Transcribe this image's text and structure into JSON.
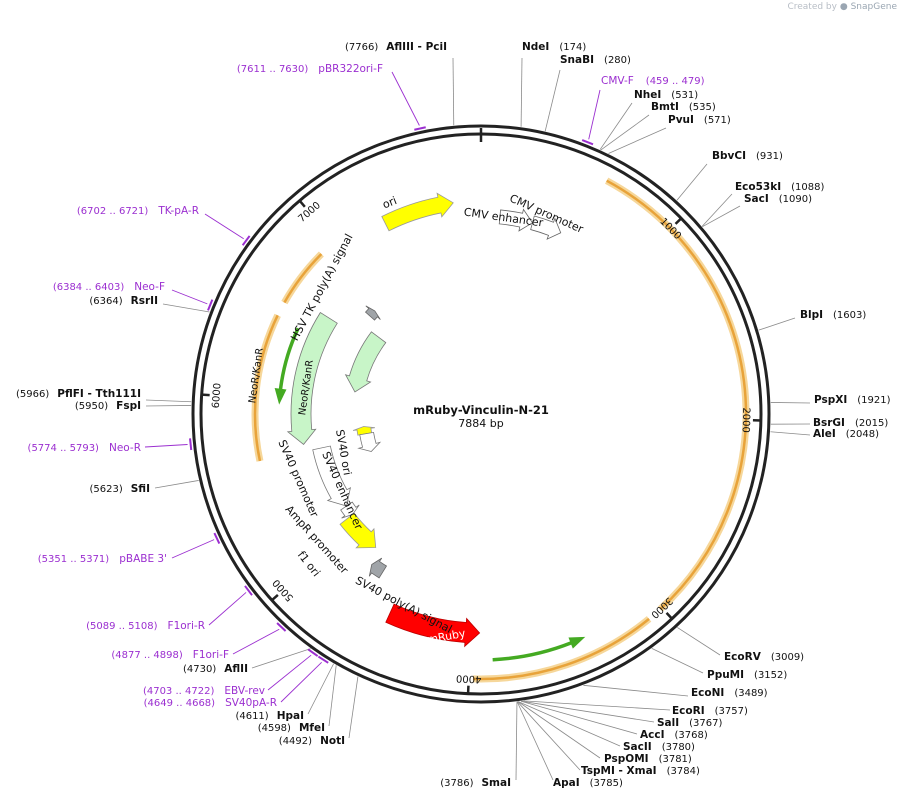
{
  "credit": {
    "prefix": "Created by",
    "brand": "SnapGene",
    "logo_icon": "snapgene-logo-icon"
  },
  "plasmid": {
    "name": "mRuby-Vinculin-N-21",
    "length": "7884 bp",
    "total_bp": 7884
  },
  "ticks": [
    {
      "bp": 1000,
      "label": "1000"
    },
    {
      "bp": 2000,
      "label": "2000"
    },
    {
      "bp": 3000,
      "label": "3000"
    },
    {
      "bp": 4000,
      "label": "4000"
    },
    {
      "bp": 5000,
      "label": "5000"
    },
    {
      "bp": 6000,
      "label": "6000"
    },
    {
      "bp": 7000,
      "label": "7000"
    }
  ],
  "colors": {
    "backbone": "#222222",
    "orange": "#e8a33a",
    "orange_glow": "#f6d79a",
    "primer": "#9b2fd0",
    "enzyme_text": "#111111",
    "leader": "#8a8a8a",
    "ori": "#ffff00",
    "kanr": "#c8f5c8",
    "mruby": "#ff0000",
    "green_arrow": "#44aa22",
    "promoter": "#ffffff",
    "polyA": "#a0a4a8"
  },
  "sites": [
    {
      "name": "AflIII - PciI",
      "pos": "(7766)",
      "bp": 7766,
      "side": "left"
    },
    {
      "name": "NdeI",
      "pos": "(174)",
      "bp": 174,
      "side": "right"
    },
    {
      "name": "SnaBI",
      "pos": "(280)",
      "bp": 280,
      "side": "right"
    },
    {
      "name": "NheI",
      "pos": "(531)",
      "bp": 531,
      "side": "right"
    },
    {
      "name": "BmtI",
      "pos": "(535)",
      "bp": 535,
      "side": "right"
    },
    {
      "name": "PvuI",
      "pos": "(571)",
      "bp": 571,
      "side": "right"
    },
    {
      "name": "BbvCI",
      "pos": "(931)",
      "bp": 931,
      "side": "right"
    },
    {
      "name": "Eco53kI",
      "pos": "(1088)",
      "bp": 1088,
      "side": "right"
    },
    {
      "name": "SacI",
      "pos": "(1090)",
      "bp": 1090,
      "side": "right"
    },
    {
      "name": "BlpI",
      "pos": "(1603)",
      "bp": 1603,
      "side": "right"
    },
    {
      "name": "PspXI",
      "pos": "(1921)",
      "bp": 1921,
      "side": "right"
    },
    {
      "name": "BsrGI",
      "pos": "(2015)",
      "bp": 2015,
      "side": "right"
    },
    {
      "name": "AleI",
      "pos": "(2048)",
      "bp": 2048,
      "side": "right"
    },
    {
      "name": "EcoRV",
      "pos": "(3009)",
      "bp": 3009,
      "side": "right"
    },
    {
      "name": "PpuMI",
      "pos": "(3152)",
      "bp": 3152,
      "side": "right"
    },
    {
      "name": "EcoNI",
      "pos": "(3489)",
      "bp": 3489,
      "side": "right"
    },
    {
      "name": "EcoRI",
      "pos": "(3757)",
      "bp": 3757,
      "side": "right"
    },
    {
      "name": "SalI",
      "pos": "(3767)",
      "bp": 3767,
      "side": "right"
    },
    {
      "name": "AccI",
      "pos": "(3768)",
      "bp": 3768,
      "side": "right"
    },
    {
      "name": "SacII",
      "pos": "(3780)",
      "bp": 3780,
      "side": "right"
    },
    {
      "name": "PspOMI",
      "pos": "(3781)",
      "bp": 3781,
      "side": "right"
    },
    {
      "name": "TspMI - XmaI",
      "pos": "(3784)",
      "bp": 3784,
      "side": "right"
    },
    {
      "name": "ApaI",
      "pos": "(3785)",
      "bp": 3785,
      "side": "right"
    },
    {
      "name": "SmaI",
      "pos": "(3786)",
      "bp": 3786,
      "side": "left"
    },
    {
      "name": "NotI",
      "pos": "(4492)",
      "bp": 4492,
      "side": "left"
    },
    {
      "name": "MfeI",
      "pos": "(4598)",
      "bp": 4598,
      "side": "left"
    },
    {
      "name": "HpaI",
      "pos": "(4611)",
      "bp": 4611,
      "side": "left"
    },
    {
      "name": "AflII",
      "pos": "(4730)",
      "bp": 4730,
      "side": "left"
    },
    {
      "name": "SfiI",
      "pos": "(5623)",
      "bp": 5623,
      "side": "left"
    },
    {
      "name": "FspI",
      "pos": "(5950)",
      "bp": 5950,
      "side": "left"
    },
    {
      "name": "PflFI - Tth111I",
      "pos": "(5966)",
      "bp": 5966,
      "side": "left"
    },
    {
      "name": "RsrII",
      "pos": "(6364)",
      "bp": 6364,
      "side": "left"
    }
  ],
  "primers": [
    {
      "name": "pBR322ori-F",
      "pos": "(7611 .. 7630)",
      "bp": 7620,
      "side": "left"
    },
    {
      "name": "CMV-F",
      "pos": "(459 .. 479)",
      "bp": 469,
      "side": "right"
    },
    {
      "name": "TK-pA-R",
      "pos": "(6702 .. 6721)",
      "bp": 6711,
      "side": "left"
    },
    {
      "name": "Neo-F",
      "pos": "(6384 .. 6403)",
      "bp": 6393,
      "side": "left"
    },
    {
      "name": "Neo-R",
      "pos": "(5774 .. 5793)",
      "bp": 5783,
      "side": "left"
    },
    {
      "name": "pBABE 3'",
      "pos": "(5351 .. 5371)",
      "bp": 5361,
      "side": "left"
    },
    {
      "name": "F1ori-R",
      "pos": "(5089 .. 5108)",
      "bp": 5098,
      "side": "left"
    },
    {
      "name": "F1ori-F",
      "pos": "(4877 .. 4898)",
      "bp": 4887,
      "side": "left"
    },
    {
      "name": "EBV-rev",
      "pos": "(4703 .. 4722)",
      "bp": 4712,
      "side": "left"
    },
    {
      "name": "SV40pA-R",
      "pos": "(4649 .. 4668)",
      "bp": 4658,
      "side": "left"
    }
  ],
  "features": [
    {
      "name": "ori",
      "kind": "ori"
    },
    {
      "name": "CMV enhancer",
      "kind": "promoter"
    },
    {
      "name": "CMV promoter",
      "kind": "promoter"
    },
    {
      "name": "HSV TK poly(A) signal",
      "kind": "polyA"
    },
    {
      "name": "NeoR/KanR",
      "kind": "kanr_outer"
    },
    {
      "name": "NeoR/KanR",
      "kind": "kanr_inner"
    },
    {
      "name": "SV40 ori",
      "kind": "ori"
    },
    {
      "name": "SV40 enhancer",
      "kind": "promoter"
    },
    {
      "name": "SV40 promoter",
      "kind": "promoter"
    },
    {
      "name": "AmpR promoter",
      "kind": "promoter"
    },
    {
      "name": "f1 ori",
      "kind": "ori"
    },
    {
      "name": "SV40 poly(A) signal",
      "kind": "polyA"
    },
    {
      "name": "mRuby",
      "kind": "mruby"
    }
  ]
}
